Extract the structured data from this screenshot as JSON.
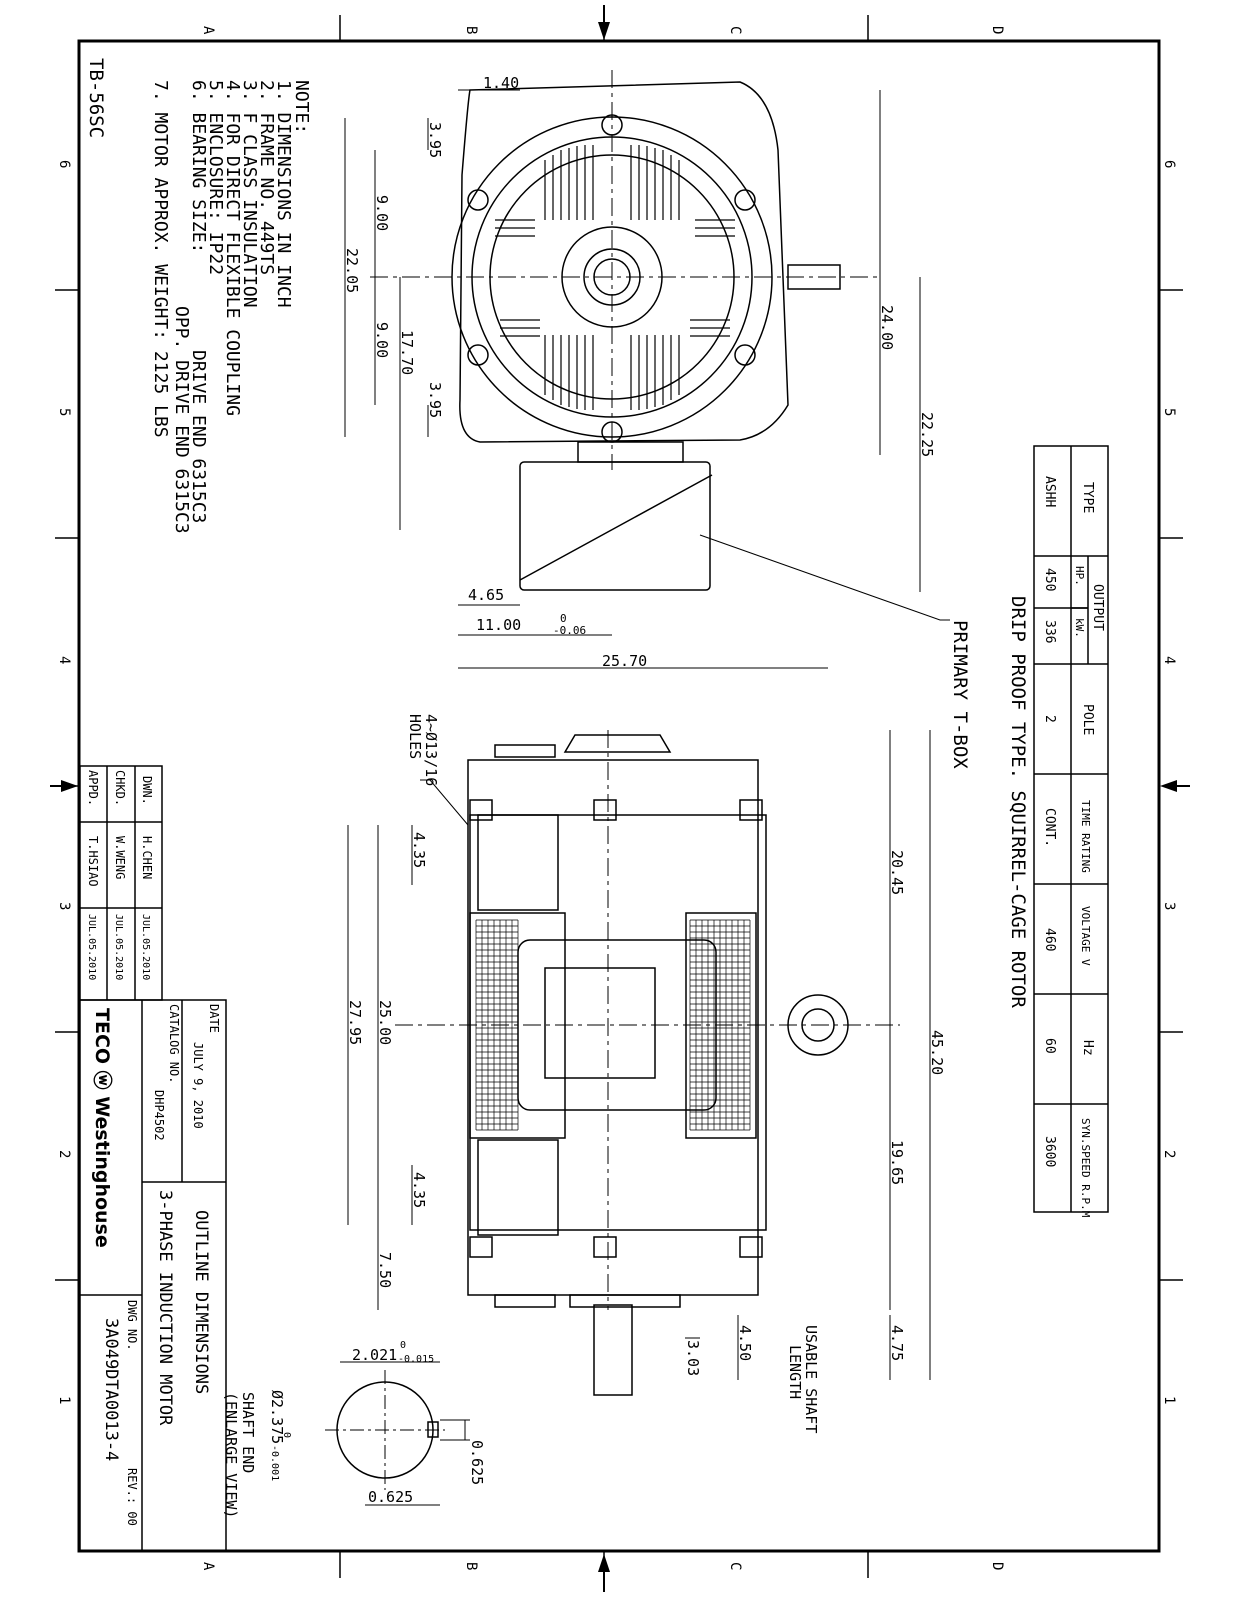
{
  "sheet": {
    "id": "TB-56SC",
    "grid_letters": [
      "A",
      "B",
      "C",
      "D"
    ],
    "grid_numbers": [
      "6",
      "5",
      "4",
      "3",
      "2",
      "1"
    ]
  },
  "notes": {
    "heading": "NOTE:",
    "items": [
      "1. DIMENSIONS IN INCH",
      "2. FRAME NO. 449TS",
      "3. F CLASS INSULATION",
      "4. FOR DIRECT FLEXIBLE COUPLING",
      "5. ENCLOSURE: IP22",
      "6. BEARING SIZE:",
      "DRIVE END  6315C3",
      "OPP. DRIVE END  6315C3",
      "7. MOTOR APPROX. WEIGHT: 2125 LBS"
    ]
  },
  "end_view": {
    "dims": [
      "1.40",
      "3.95",
      "9.00",
      "22.05",
      "9.00",
      "17.70",
      "3.95",
      "24.00",
      "22.25",
      "4.65",
      "11.00",
      "0",
      "-0.06",
      "25.70"
    ],
    "tbox_label": "PRIMARY T-BOX"
  },
  "side_view": {
    "holes_label": [
      "4~Ø13/16",
      "HOLES"
    ],
    "dims": [
      "4.35",
      "27.95",
      "25.00",
      "4.35",
      "7.50",
      "20.45",
      "45.20",
      "19.65",
      "4.75",
      "3.03",
      "4.50"
    ],
    "shaft_label": [
      "USABLE SHAFT",
      "LENGTH"
    ]
  },
  "shaft_end": {
    "title": [
      "SHAFT END",
      "(ENLARGE VIEW)"
    ],
    "dims": [
      "2.021",
      "0",
      "-0.015",
      "Ø2.375",
      "0",
      "-0.001",
      "0.625",
      "0.625"
    ]
  },
  "spec_table": {
    "caption": "DRIP PROOF TYPE. SQUIRREL-CAGE ROTOR",
    "headers": [
      "TYPE",
      "OUTPUT",
      "HP.",
      "kW.",
      "POLE",
      "TIME RATING",
      "VOLTAGE V",
      "Hz",
      "SYN.SPEED R.P.M"
    ],
    "row": [
      "ASHH",
      "450",
      "336",
      "2",
      "CONT.",
      "460",
      "60",
      "3600"
    ]
  },
  "title_block": {
    "roles": [
      "DWN.",
      "CHKD.",
      "APPD."
    ],
    "names": [
      "H.CHEN",
      "W.WENG",
      "T.HSIAO"
    ],
    "dates": [
      "JUL.05.2010",
      "JUL.05.2010",
      "JUL.05.2010"
    ],
    "date_label": "DATE",
    "date_value": "JULY 9, 2010",
    "catalog_label": "CATALOG NO.",
    "catalog_value": "DHP4502",
    "logo_text": "TECO ⓦ Westinghouse",
    "title_line1": "OUTLINE DIMENSIONS",
    "title_line2": "3-PHASE INDUCTION MOTOR",
    "dwg_label": "DWG NO.",
    "rev_label": "REV.: 00",
    "dwg_value": "3A049DTA0013-4"
  }
}
